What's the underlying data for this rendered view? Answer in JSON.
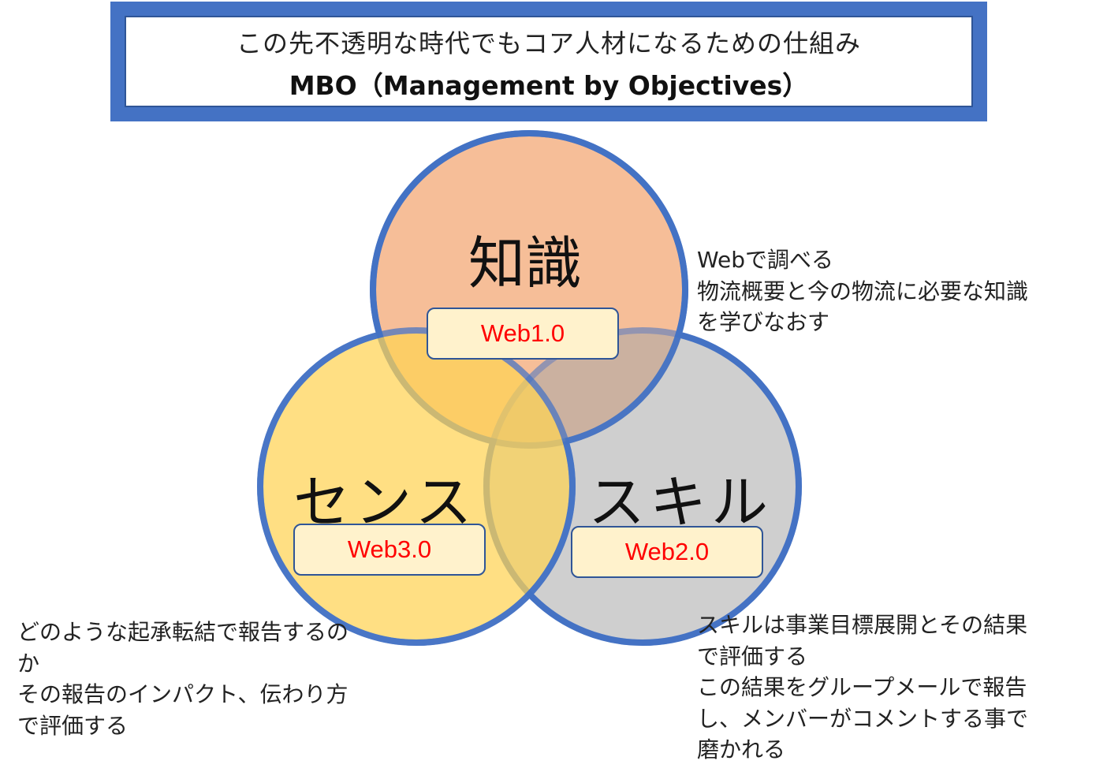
{
  "title": {
    "line1": "この先不透明な時代でもコア人材になるための仕組み",
    "line2": "MBO（Management by Objectives）"
  },
  "circles": [
    {
      "label": "知識",
      "tag": "Web1.0",
      "color": "#f6be98"
    },
    {
      "label": "センス",
      "tag": "Web3.0",
      "color": "#ffd966"
    },
    {
      "label": "スキル",
      "tag": "Web2.0",
      "color": "#d0d0d0"
    }
  ],
  "notes": {
    "knowledge": "Webで調べる\n物流概要と今の物流に必要な知識\nを学びなおす",
    "sense": "どのような起承転結で報告するの\nか\nその報告のインパクト、伝わり方\nで評価する",
    "skill": "スキルは事業目標展開とその結果\nで評価する\nこの結果をグループメールで報告\nし、メンバーがコメントする事で\n磨かれる"
  },
  "colors": {
    "border": "#4472c4",
    "tag_text": "#ff0000"
  }
}
